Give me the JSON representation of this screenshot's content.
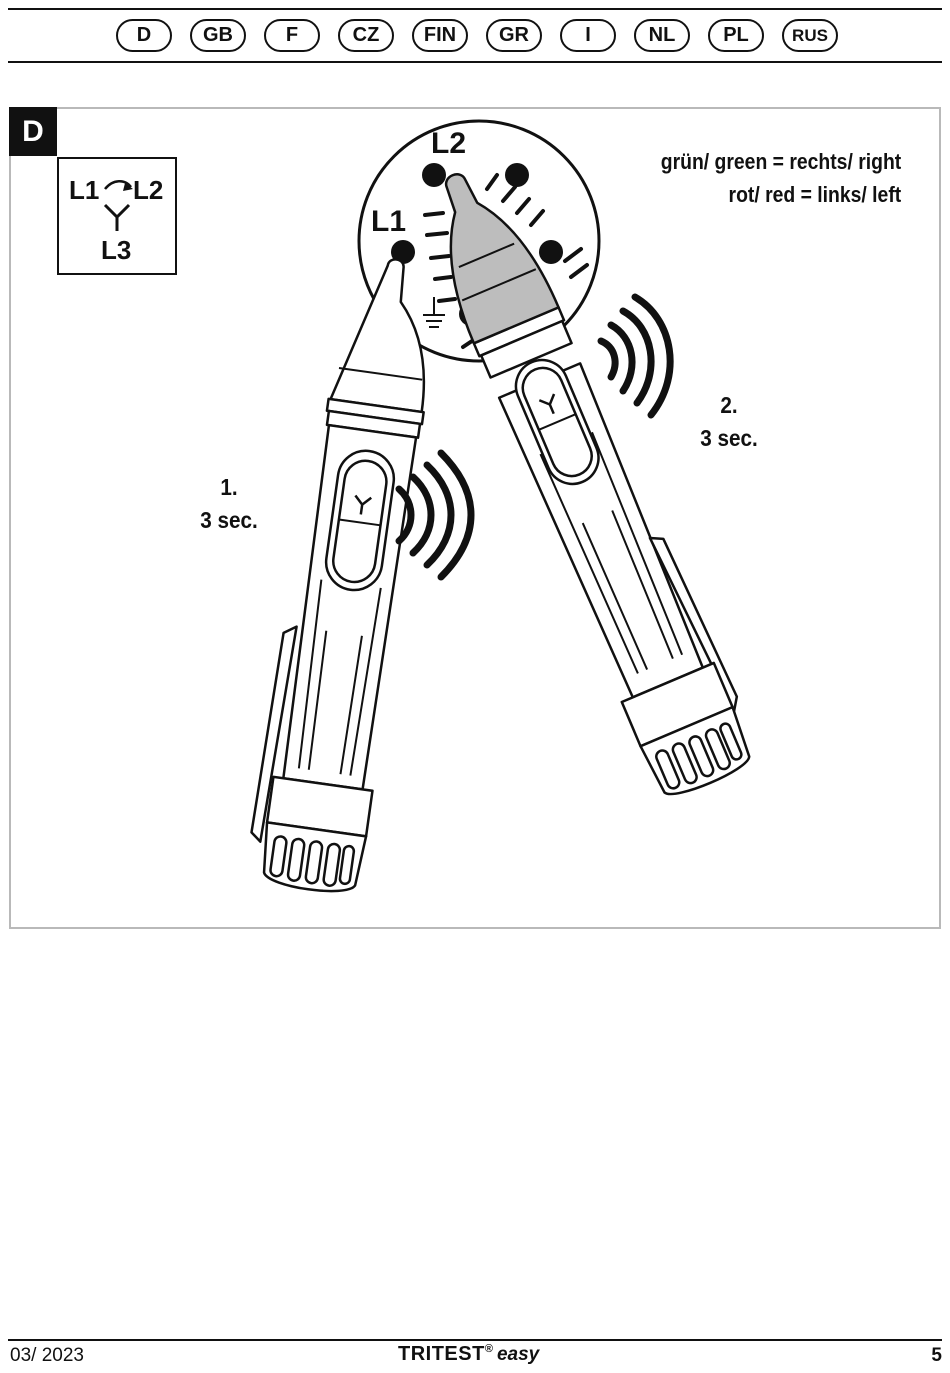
{
  "languages": [
    "D",
    "GB",
    "F",
    "CZ",
    "FIN",
    "GR",
    "I",
    "NL",
    "PL",
    "RUS"
  ],
  "figure": {
    "letter": "D",
    "phase_symbol": {
      "l1": "L1",
      "l2": "L2",
      "l3": "L3"
    },
    "probe_labels": {
      "l1": "L1",
      "l2": "L2"
    },
    "legend": {
      "line1": "grün/ green = rechts/ right",
      "line2": "rot/ red = links/ left"
    },
    "step1": {
      "number": "1.",
      "duration": "3 sec."
    },
    "step2": {
      "number": "2.",
      "duration": "3 sec."
    }
  },
  "footer": {
    "date": "03/ 2023",
    "brand": "TRITEST",
    "registered": "®",
    "edition": "easy",
    "page_number": "5"
  },
  "colors": {
    "ink": "#111111",
    "probe_gray": "#bdbdbd",
    "frame": "#b9b9b9"
  }
}
